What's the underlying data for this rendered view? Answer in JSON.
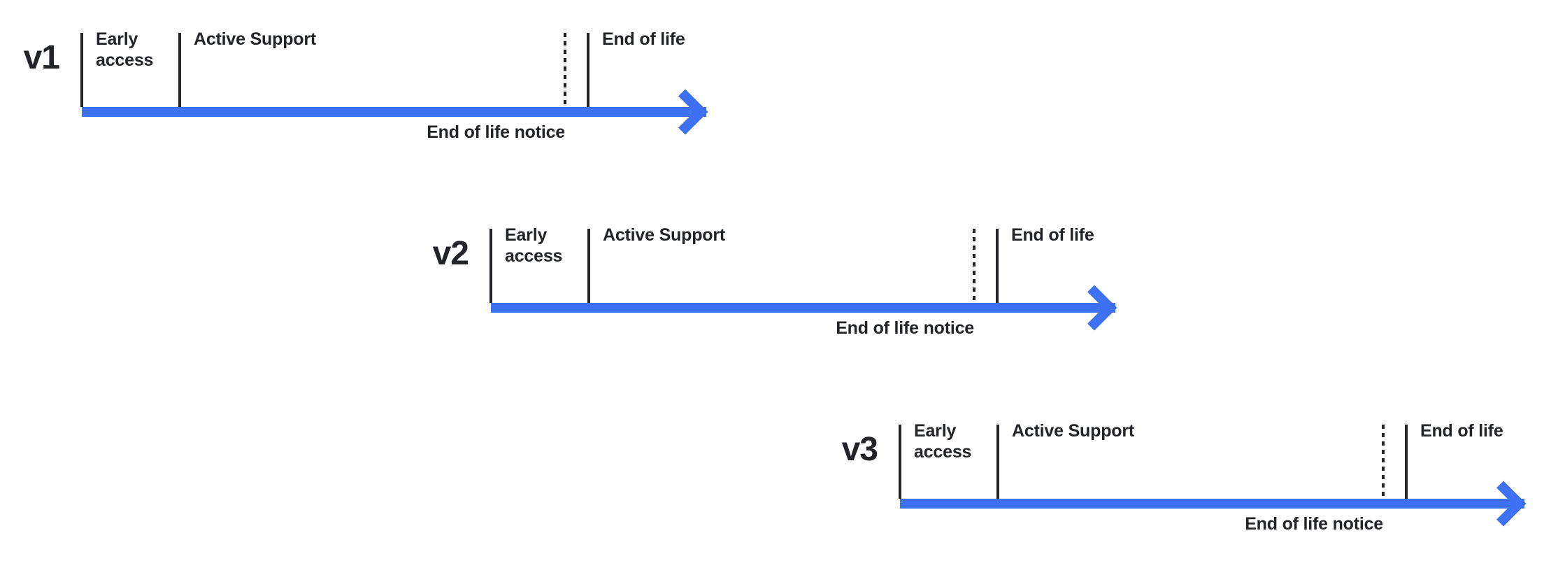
{
  "colors": {
    "arrow": "#3e71f2",
    "ink": "#222428",
    "background": "#ffffff"
  },
  "timelines": [
    {
      "version": "v1",
      "labels": {
        "early_access": "Early access",
        "active_support": "Active Support",
        "end_of_life": "End of life",
        "end_of_life_notice": "End of life notice"
      }
    },
    {
      "version": "v2",
      "labels": {
        "early_access": "Early access",
        "active_support": "Active Support",
        "end_of_life": "End of life",
        "end_of_life_notice": "End of life notice"
      }
    },
    {
      "version": "v3",
      "labels": {
        "early_access": "Early access",
        "active_support": "Active Support",
        "end_of_life": "End of life",
        "end_of_life_notice": "End of life notice"
      }
    }
  ]
}
